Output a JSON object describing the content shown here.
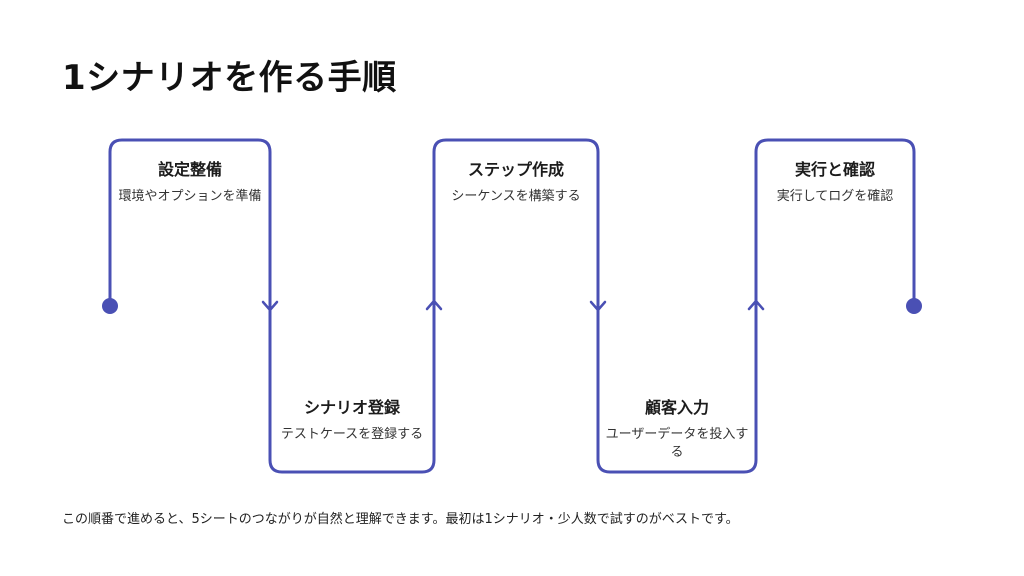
{
  "title": "1シナリオを作る手順",
  "accent_color": "#4a50b4",
  "steps": [
    {
      "label": "設定整備",
      "desc": "環境やオプションを準備"
    },
    {
      "label": "シナリオ登録",
      "desc": "テストケースを登録する"
    },
    {
      "label": "ステップ作成",
      "desc": "シーケンスを構築する"
    },
    {
      "label": "顧客入力",
      "desc": "ユーザーデータを投入する"
    },
    {
      "label": "実行と確認",
      "desc": "実行してログを確認"
    }
  ],
  "footer": "この順番で進めると、5シートのつながりが自然と理解できます。最初は1シナリオ・少人数で試すのがベストです。"
}
